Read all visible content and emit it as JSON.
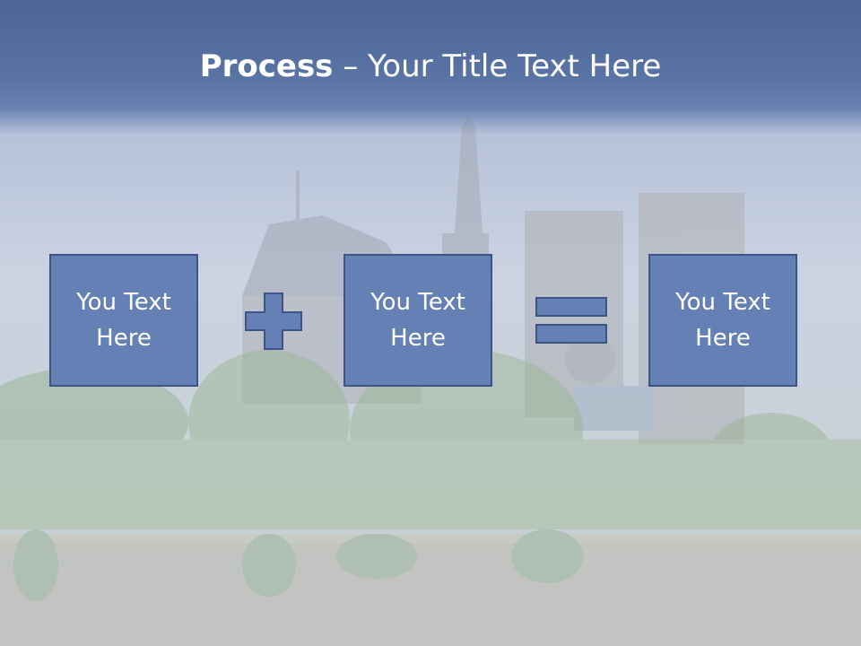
{
  "slide": {
    "title_bold": "Process",
    "title_rest": " – Your Title Text Here"
  },
  "process": {
    "steps": [
      {
        "label": "You Text\nHere"
      },
      {
        "label": "You Text\nHere"
      },
      {
        "label": "You Text\nHere"
      }
    ],
    "operators": [
      "plus-icon",
      "equals-icon"
    ]
  },
  "colors": {
    "title_band": "#4b6597",
    "box_fill": "#6580b4",
    "box_border": "#3d5585",
    "text": "#ffffff"
  }
}
